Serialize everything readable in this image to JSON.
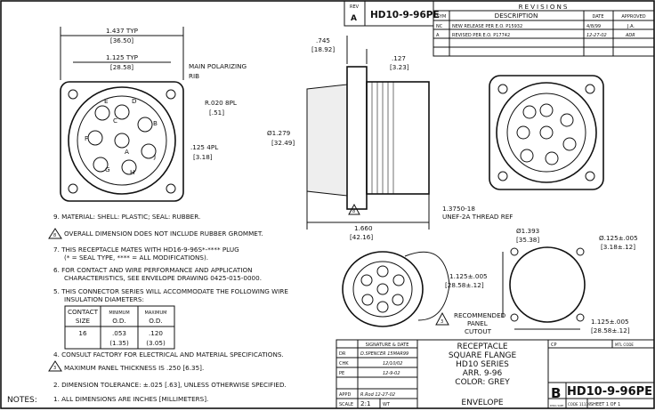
{
  "rev_box": {
    "label": "REV",
    "value": "A",
    "part_number": "HD10-9-96PE"
  },
  "revisions": {
    "title": "REVISIONS",
    "headers": [
      "SYM",
      "DESCRIPTION",
      "DATE",
      "APPROVED"
    ],
    "rows": [
      {
        "sym": "NC",
        "description": "NEW RELEASE PER E.O. P15932",
        "date": "4/8/99",
        "approved": "J.A."
      },
      {
        "sym": "A",
        "description": "REVISED PER E.O. P17742",
        "date": "12-27-02",
        "approved": "ADR"
      }
    ]
  },
  "front_view": {
    "dim1": "1.437  TYP",
    "dim1_mm": "[36.50]",
    "dim2": "1.125  TYP",
    "dim2_mm": "[28.58]",
    "polarizing": "MAIN POLARIZING",
    "rib": "RIB",
    "radius": "R.020  8PL",
    "radius_mm": "[.51]",
    "hole": ".125  4PL",
    "hole_mm": "[3.18]",
    "pins": [
      "A",
      "B",
      "C",
      "D",
      "E",
      "F",
      "G",
      "H",
      "J"
    ]
  },
  "side_view": {
    "dim1": ".745",
    "dim1_mm": "[18.92]",
    "dim2": ".127",
    "dim2_mm": "[3.23]",
    "dia": "Ø1.279",
    "dia_mm": "[32.49]",
    "thread1": "1.3750-18",
    "thread2": "UNEF-2A THREAD REF",
    "length": "1.660",
    "length_mm": "[42.16]",
    "note_flag": "8"
  },
  "cutout": {
    "dia": "Ø1.393",
    "dia_mm": "[35.38]",
    "hole": "Ø.125±.005",
    "hole_mm": "[3.18±.12]",
    "v": "1.125±.005",
    "v_mm": "[28.58±.12]",
    "h": "1.125±.005",
    "h_mm": "[28.58±.12]",
    "label1": "RECOMMENDED",
    "label2": "PANEL",
    "label3": "CUTOUT",
    "flag": "3"
  },
  "notes": {
    "prefix": "NOTES:",
    "items": [
      "9. MATERIAL: SHELL: PLASTIC; SEAL: RUBBER.",
      "OVERALL DIMENSION DOES NOT INCLUDE RUBBER GROMMET.",
      "7. THIS RECEPTACLE MATES WITH HD16-9-96S*-**** PLUG",
      "(* = SEAL TYPE, **** = ALL MODIFICATIONS).",
      "6. FOR CONTACT AND WIRE PERFORMANCE AND APPLICATION",
      "CHARACTERISTICS, SEE ENVELOPE DRAWING 0425-015-0000.",
      "5. THIS CONNECTOR SERIES WILL ACCOMMODATE THE FOLLOWING WIRE",
      "INSULATION DIAMETERS:",
      "4. CONSULT FACTORY FOR ELECTRICAL AND MATERIAL SPECIFICATIONS.",
      "MAXIMUM PANEL THICKNESS IS .250 [6.35].",
      "2. DIMENSION TOLERANCE:  ±.025 [.63], UNLESS OTHERWISE SPECIFIED.",
      "1. ALL DIMENSIONS ARE INCHES [MILLIMETERS]."
    ],
    "flag8": "8",
    "flag3": "3",
    "table": {
      "h1": [
        "CONTACT",
        "MINIMUM",
        "MAXIMUM"
      ],
      "h2": [
        "SIZE",
        "O.D.",
        "O.D."
      ],
      "r1": [
        "16",
        ".053",
        ".120"
      ],
      "r2": [
        "",
        "(1.35)",
        "(3.05)"
      ]
    }
  },
  "title_block": {
    "sig_header": "SIGNATURE & DATE",
    "dr": "DR",
    "dr_val": "D.SPENCER 15MAR99",
    "chk": "CHK",
    "chk_val": "12/10/02",
    "pe": "PE",
    "pe_val": "12-9-02",
    "appd": "APPD",
    "appd_val": "R.Rod 12-27-02",
    "scale": "SCALE",
    "scale_val": "2:1",
    "wt": "WT",
    "title": [
      "RECEPTACLE",
      "SQUARE FLANGE",
      "HD10 SERIES",
      "ARR. 9-96",
      "COLOR: GREY"
    ],
    "envelope": "ENVELOPE",
    "cp": "CP",
    "mtl": "MTL CODE",
    "size": "B",
    "dwg_size": "DWG SIZE",
    "part_number": "HD10-9-96PE",
    "code": "CODE 11139",
    "sheet": "SHEET  1  OF  1"
  }
}
